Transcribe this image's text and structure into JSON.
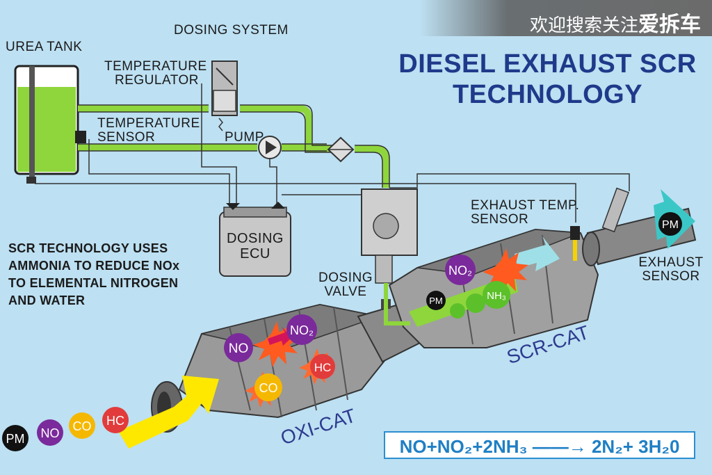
{
  "title": {
    "line1": "DIESEL EXHAUST SCR",
    "line2": "TECHNOLOGY"
  },
  "watermark": {
    "prefix": "欢迎搜索关注",
    "brand": "爱拆车"
  },
  "labels": {
    "urea_tank": "UREA TANK",
    "dosing_system": "DOSING SYSTEM",
    "temperature_regulator_1": "TEMPERATURE",
    "temperature_regulator_2": "REGULATOR",
    "temperature_sensor_1": "TEMPERATURE",
    "temperature_sensor_2": "SENSOR",
    "pump": "PUMP",
    "dosing_ecu_1": "DOSING",
    "dosing_ecu_2": "ECU",
    "dosing_valve_1": "DOSING",
    "dosing_valve_2": "VALVE",
    "exhaust_temp_1": "EXHAUST TEMP.",
    "exhaust_temp_2": "SENSOR",
    "exhaust_sensor_1": "EXHAUST",
    "exhaust_sensor_2": "SENSOR",
    "oxi_cat": "OXI-CAT",
    "scr_cat": "SCR-CAT"
  },
  "note": {
    "line1": "SCR TECHNOLOGY USES",
    "line2": "AMMONIA TO REDUCE NOx",
    "line3": "TO ELEMENTAL NITROGEN",
    "line4": "AND WATER"
  },
  "equation": "NO+NO₂+2NH₃ ——→ 2N₂+ 3H₂0",
  "molecules": {
    "pm": "PM",
    "no": "NO",
    "co": "CO",
    "hc": "HC",
    "no2": "NO₂",
    "nh3": "NH₃"
  },
  "colors": {
    "background": "#bde0f2",
    "title": "#1f3a8a",
    "urea": "#8ed63c",
    "exhaust_arrow": "#ffe800",
    "clean_arrow": "#3cc7c7",
    "pm": "#111111",
    "no": "#7a2a9a",
    "co": "#f5b800",
    "hc": "#e23b3b"
  }
}
